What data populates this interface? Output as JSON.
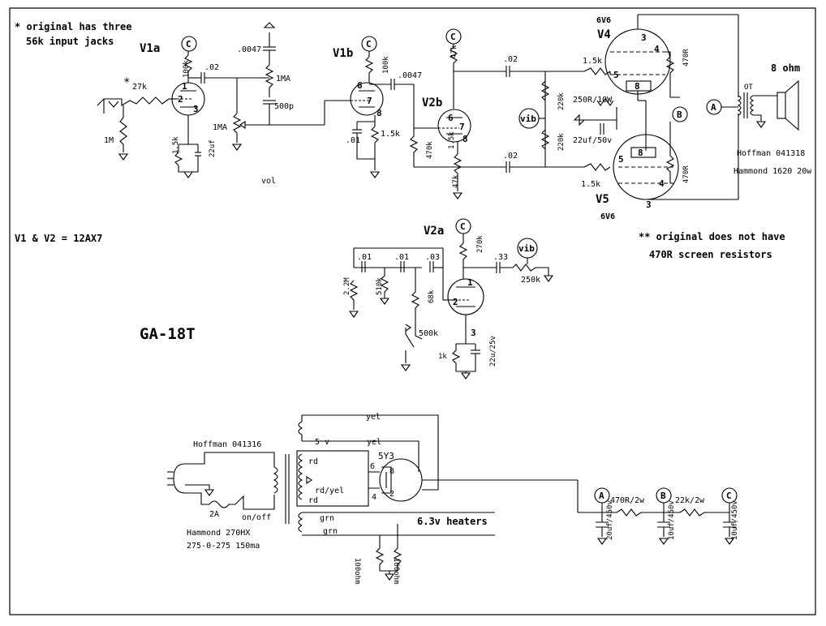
{
  "notes": {
    "input_jacks_1": "* original has three",
    "input_jacks_2": "56k input jacks",
    "tubes": "V1 & V2 = 12AX7",
    "screen_res_1": "** original does not have",
    "screen_res_2": "470R screen resistors",
    "model": "GA-18T"
  },
  "tubes": {
    "v1a": "V1a",
    "v1b": "V1b",
    "v2a": "V2a",
    "v2b": "V2b",
    "v4": "V4",
    "v4_type": "6V6",
    "v5": "V5",
    "v5_type": "6V6",
    "rect": "5Y3"
  },
  "components": {
    "r_in": "27k",
    "r_in_star": "*",
    "r_1m": "1M",
    "r_1k5_a": "1.5k",
    "c_22uf_a": "22uf",
    "r_100k_a": "100k",
    "c_02_a": ".02",
    "c_0047_a": ".0047",
    "pot_1ma_a": "1MA",
    "c_500p": "500p",
    "pot_1ma_vol": "1MA",
    "vol": "vol",
    "r_100k_b": "100k",
    "c_0047_b": ".0047",
    "c_01_a": ".01",
    "r_1k5_b": "1.5k",
    "r_470k": "470k",
    "r_47k_a": "47k",
    "r_1k5_c": "1.5k",
    "r_47k_b": "47k",
    "c_02_b": ".02",
    "c_02_c": ".02",
    "r_220k_a": "220k",
    "r_220k_b": "220k",
    "r_250r": "250R/10W",
    "c_22uf_b": "22uf/50v",
    "r_1k5_g4": "1.5k",
    "r_1k5_g5": "1.5k",
    "r_470r_a": "470R",
    "r_470r_b": "470R",
    "r_270k": "270k",
    "c_01_b": ".01",
    "c_01_c": ".01",
    "c_03": ".03",
    "c_33": ".33",
    "r_2m2": "2.2M",
    "r_510k": "510k",
    "r_68k": "68k",
    "pot_500k": "500k",
    "pot_250k": "250k",
    "r_1k": "1k",
    "c_22u25v": "22u/25v",
    "ot": "OT",
    "spk": "8 ohm",
    "ot_hoffman": "Hoffman 041318",
    "ot_hammond": "Hammond 1620 20w",
    "pt_hoffman": "Hoffman 041316",
    "pt_hammond": "Hammond 270HX",
    "pt_rating": "275-0-275 150ma",
    "yel_a": "yel",
    "yel_b": "yel",
    "v5": "5 v",
    "rd_a": "rd",
    "rd_yel": "rd/yel",
    "rd_b": "rd",
    "grn_a": "grn",
    "grn_b": "grn",
    "heaters": "6.3v heaters",
    "r_100a": "100ohm",
    "r_100b": "100ohm",
    "fuse": "2A",
    "switch": "on/off",
    "r_470r_2w": "470R/2w",
    "r_22k_2w": "22k/2w",
    "c_20uf": "20uf/450v",
    "c_10uf_a": "10uf/450v",
    "c_10uf_b": "10uf/450v"
  },
  "pins": {
    "v1a_1": "1",
    "v1a_2": "2",
    "v1a_3": "3",
    "v1b_6": "6",
    "v1b_7": "7",
    "v1b_8": "8",
    "v2b_6": "6",
    "v2b_7": "7",
    "v2b_8": "8",
    "v2a_1": "1",
    "v2a_2": "2",
    "v2a_3": "3",
    "v4_3": "3",
    "v4_4": "4",
    "v4_5": "5",
    "v4_8": "8",
    "v5_5": "5",
    "v5_8": "8",
    "v5_4": "4",
    "v5_3": "3",
    "rect_6": "6",
    "rect_8": "8",
    "rect_4": "4",
    "rect_2": "2"
  },
  "nodes": {
    "a": "A",
    "b": "B",
    "c": "C",
    "vib": "vib"
  }
}
